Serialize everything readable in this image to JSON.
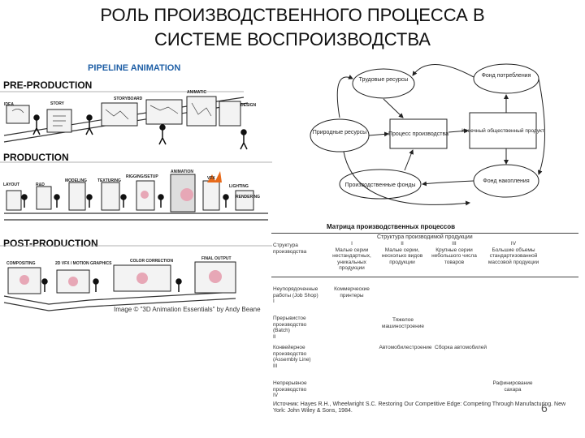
{
  "slide": {
    "title_line1": "РОЛЬ ПРОИЗВОДСТВЕННОГО ПРОЦЕССА В",
    "title_line2": "СИСТЕМЕ ВОСПРОИЗВОДСТВА",
    "page_number": "6"
  },
  "pipeline": {
    "heading": "PIPELINE ANIMATION",
    "heading_color": "#1f5fa6",
    "pre_production": "PRE-PRODUCTION",
    "production": "PRODUCTION",
    "post_production": "POST-PRODUCTION",
    "pre_labels": [
      "IDEA",
      "STORY",
      "STORYBOARD",
      "ANIMATIC",
      "DESIGN"
    ],
    "prod_labels": [
      "LAYOUT",
      "R&D",
      "MODELING",
      "TEXTURING",
      "RIGGING/SETUP",
      "ANIMATION",
      "VFX",
      "LIGHTING",
      "RENDERING"
    ],
    "post_labels": [
      "COMPOSITING",
      "2D VFX / MOTION GRAPHICS",
      "COLOR CORRECTION",
      "FINAL OUTPUT"
    ],
    "credit": "Image © \"3D Animation Essentials\" by Andy Beane"
  },
  "diagram": {
    "nodes": {
      "labor": "Трудовые ресурсы",
      "consumption": "Фонд потребления",
      "natural": "Природные ресурсы",
      "process": "Процесс производства",
      "social": "Конечный общественный продукт",
      "means": "Производственные фонды",
      "accum": "Фонд накопления"
    }
  },
  "matrix": {
    "title": "Матрица производственных процессов",
    "subtitle": "Структура производимой продукции",
    "row_header": "Структура производства",
    "cols": [
      {
        "num": "I",
        "text": "Малые серии нестандартных, уникальных продукции"
      },
      {
        "num": "II",
        "text": "Малые серии, несколько видов продукции"
      },
      {
        "num": "III",
        "text": "Крупные серии небольшого числа товаров"
      },
      {
        "num": "IV",
        "text": "Большие объемы стандартизованной массовой продукции"
      }
    ],
    "rows": [
      {
        "label": "Неупорядоченные работы (Job Shop)",
        "num": "I",
        "cell": "Коммерческие принтеры"
      },
      {
        "label": "Прерывистое производство (Batch)",
        "num": "II",
        "cell": "Тяжелое машиностроение"
      },
      {
        "label": "Конвейерное производство (Assembly Line)",
        "num": "III",
        "cells": [
          "Автомобилестроение",
          "Сборка автомобилей"
        ]
      },
      {
        "label": "Непрерывное производство",
        "num": "IV",
        "cell": "Рафинирование сахара"
      }
    ],
    "source": "Источник: Hayes R.H., Wheelwright S.C. Restoring Our Competitive Edge: Competing Through Manufacturing. New York: John Wiley & Sons, 1984."
  }
}
